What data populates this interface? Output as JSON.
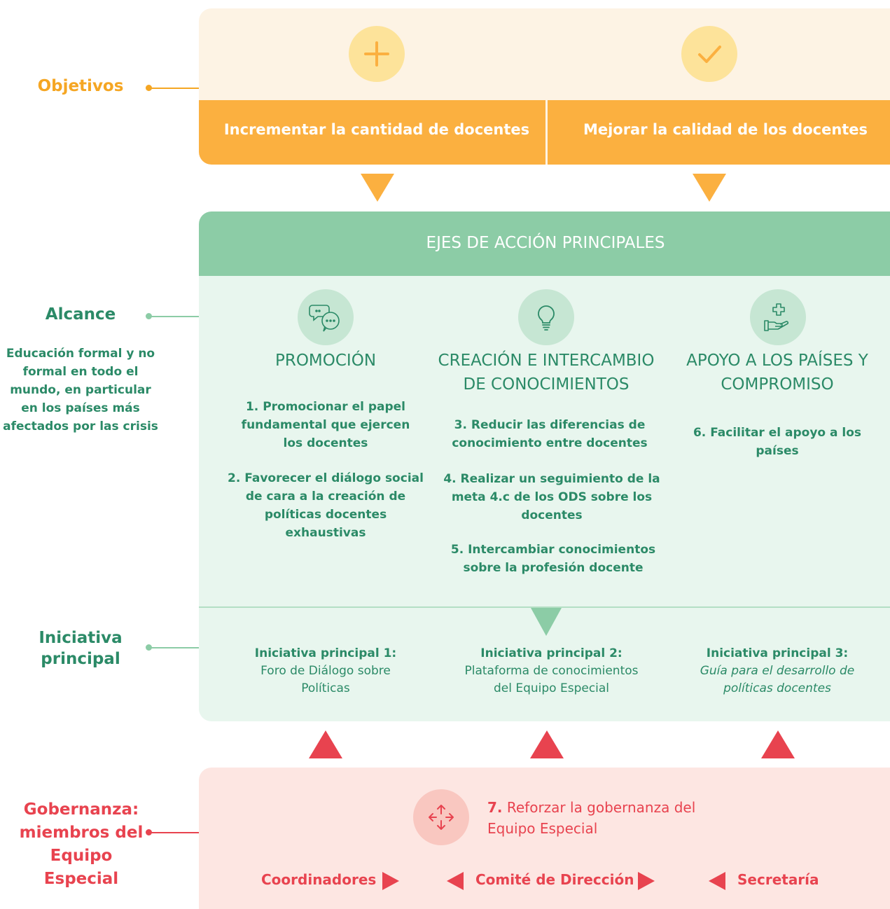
{
  "labels": {
    "objectives": "Objetivos",
    "scope": "Alcance",
    "scope_text": "Educación formal y no formal en todo el mundo, en particular en los países más afectados por las crisis",
    "initiative": "Iniciativa principal",
    "governance": "Gobernanza: miembros del Equipo Especial"
  },
  "objectives": {
    "left_icon": "plus-icon",
    "right_icon": "check-icon",
    "left_text": "Incrementar la cantidad de docentes",
    "right_text": "Mejorar la calidad de los docentes"
  },
  "action": {
    "header": "EJES DE ACCIÓN PRINCIPALES",
    "columns": [
      {
        "icon": "chat-bubbles-icon",
        "title": "PROMOCIÓN",
        "items": [
          {
            "num": "1.",
            "text": "Promocionar el papel fundamental que ejercen los docentes"
          },
          {
            "num": "2.",
            "text": "Favorecer el diálogo social de cara a la creación de políticas docentes exhaustivas"
          }
        ],
        "initiative_title": "Iniciativa principal 1:",
        "initiative_text": "Foro de Diálogo sobre Políticas"
      },
      {
        "icon": "lightbulb-icon",
        "title": "CREACIÓN E INTERCAMBIO DE CONOCIMIENTOS",
        "items": [
          {
            "num": "3.",
            "text": "Reducir las diferencias de conocimiento entre docentes"
          },
          {
            "num": "4.",
            "text": "Realizar un seguimiento de la meta 4.c de los ODS sobre los docentes"
          },
          {
            "num": "5.",
            "text": "Intercambiar conocimientos sobre la profesión docente"
          }
        ],
        "initiative_title": "Iniciativa principal 2:",
        "initiative_text": "Plataforma de conocimientos del Equipo Especial"
      },
      {
        "icon": "hand-cross-icon",
        "title": "APOYO A LOS PAÍSES Y COMPROMISO",
        "items": [
          {
            "num": "6.",
            "text": "Facilitar el apoyo a los países"
          }
        ],
        "initiative_title": "Iniciativa principal 3:",
        "initiative_text": "Guía para el desarrollo de políticas docentes"
      }
    ]
  },
  "governance": {
    "icon": "arrows-out-icon",
    "num": "7.",
    "text": "Reforzar la gobernanza del Equipo Especial",
    "roles": [
      "Coordinadores",
      "Comité de Dirección",
      "Secretaría"
    ]
  },
  "colors": {
    "orange": "#fbb040",
    "orange_text": "#f5a623",
    "green": "#8ccca6",
    "green_text": "#2b8a67",
    "red": "#e8434f"
  }
}
